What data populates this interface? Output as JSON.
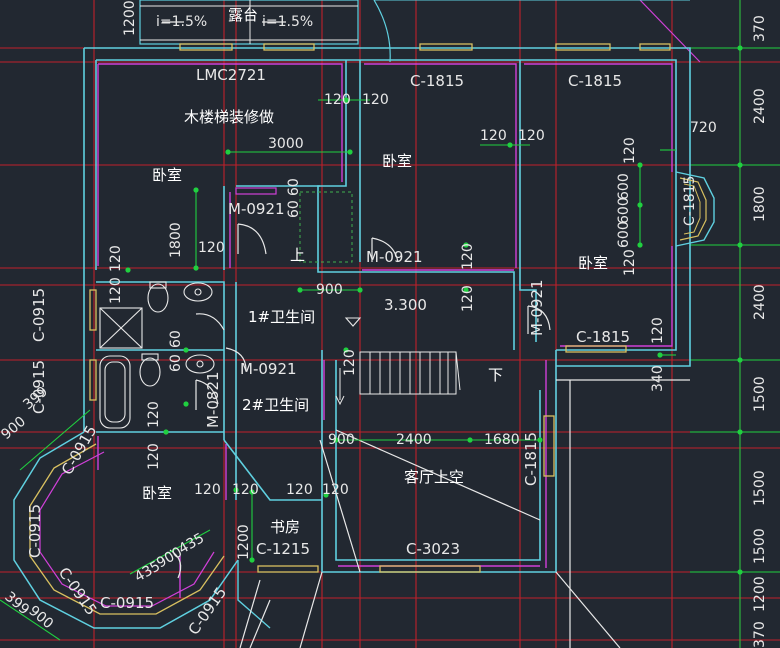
{
  "colors": {
    "background": "#222831",
    "axis_red": "#c0202a",
    "wall_cyan": "#5fd0e0",
    "wall_magenta": "#d040d8",
    "window_yellow": "#d8c060",
    "dim_green": "#20d040",
    "stair_white": "#e8e8e8"
  },
  "labels": {
    "terrace": "露台",
    "slope1": "i=1.5%",
    "slope2": "i=1.5%",
    "lmc": "LMC2721",
    "stair_finish": "木楼梯装修做",
    "c1815_a": "C-1815",
    "c1815_b": "C-1815",
    "c1815_c": "C-1815",
    "c1815_bay": "C-1815",
    "c1815_right": "C-1815",
    "bedroom_nw": "卧室",
    "bedroom_n": "卧室",
    "bedroom_e": "卧室",
    "bedroom_sw": "卧室",
    "m0921_a": "M-0921",
    "m0921_b": "M-0921",
    "m0921_c": "M-0921",
    "m0921_d": "M-0921",
    "m0821": "M-0821",
    "up": "上",
    "down": "下",
    "wc1": "1#卫生间",
    "wc2": "2#卫生间",
    "elev": "3.300",
    "c0915_a": "C-0915",
    "c0915_b": "C-0915",
    "c0915_c": "C-0915",
    "c0915_d": "C-0915",
    "c0915_e": "C-0915",
    "c0915_f": "C-0915",
    "c0915_g": "C-0915",
    "living_void": "客厅上空",
    "study": "书房",
    "c1215": "C-1215",
    "c3023": "C-3023"
  },
  "dims": {
    "d1200_top": "1200",
    "d120a": "120",
    "d120b": "120",
    "d120c": "120",
    "d120d": "120",
    "d3000": "3000",
    "d60a": "60",
    "d60b": "60",
    "d1800a": "1800",
    "d120e": "120",
    "d120f": "120",
    "d720": "720",
    "d120g": "120",
    "d600a": "600",
    "d600b": "600",
    "d600c": "600",
    "d120h": "120",
    "d900a": "900",
    "d120i": "120",
    "d120j": "120",
    "d120k": "120",
    "d120l": "120",
    "d120m": "120",
    "d60c": "60",
    "d60d": "60",
    "d120n": "120",
    "d0821": "0821",
    "d120o": "120",
    "d900b": "900",
    "d2400": "2400",
    "d1680": "1680",
    "d120p": "120",
    "d120q": "120",
    "d120r": "120",
    "d120s": "120",
    "d1200_study": "1200",
    "d435a": "435",
    "d900c": "900",
    "d435b": "435",
    "d399a": "399",
    "d900d": "900",
    "d399b": "399",
    "d900e": "900",
    "d340": "340",
    "r370_top": "370",
    "r2400a": "2400",
    "r1800": "1800",
    "r2400b": "2400",
    "r1500a": "1500",
    "r1500b": "1500",
    "r1500c": "1500",
    "r1200": "1200",
    "r370_bot": "370"
  }
}
